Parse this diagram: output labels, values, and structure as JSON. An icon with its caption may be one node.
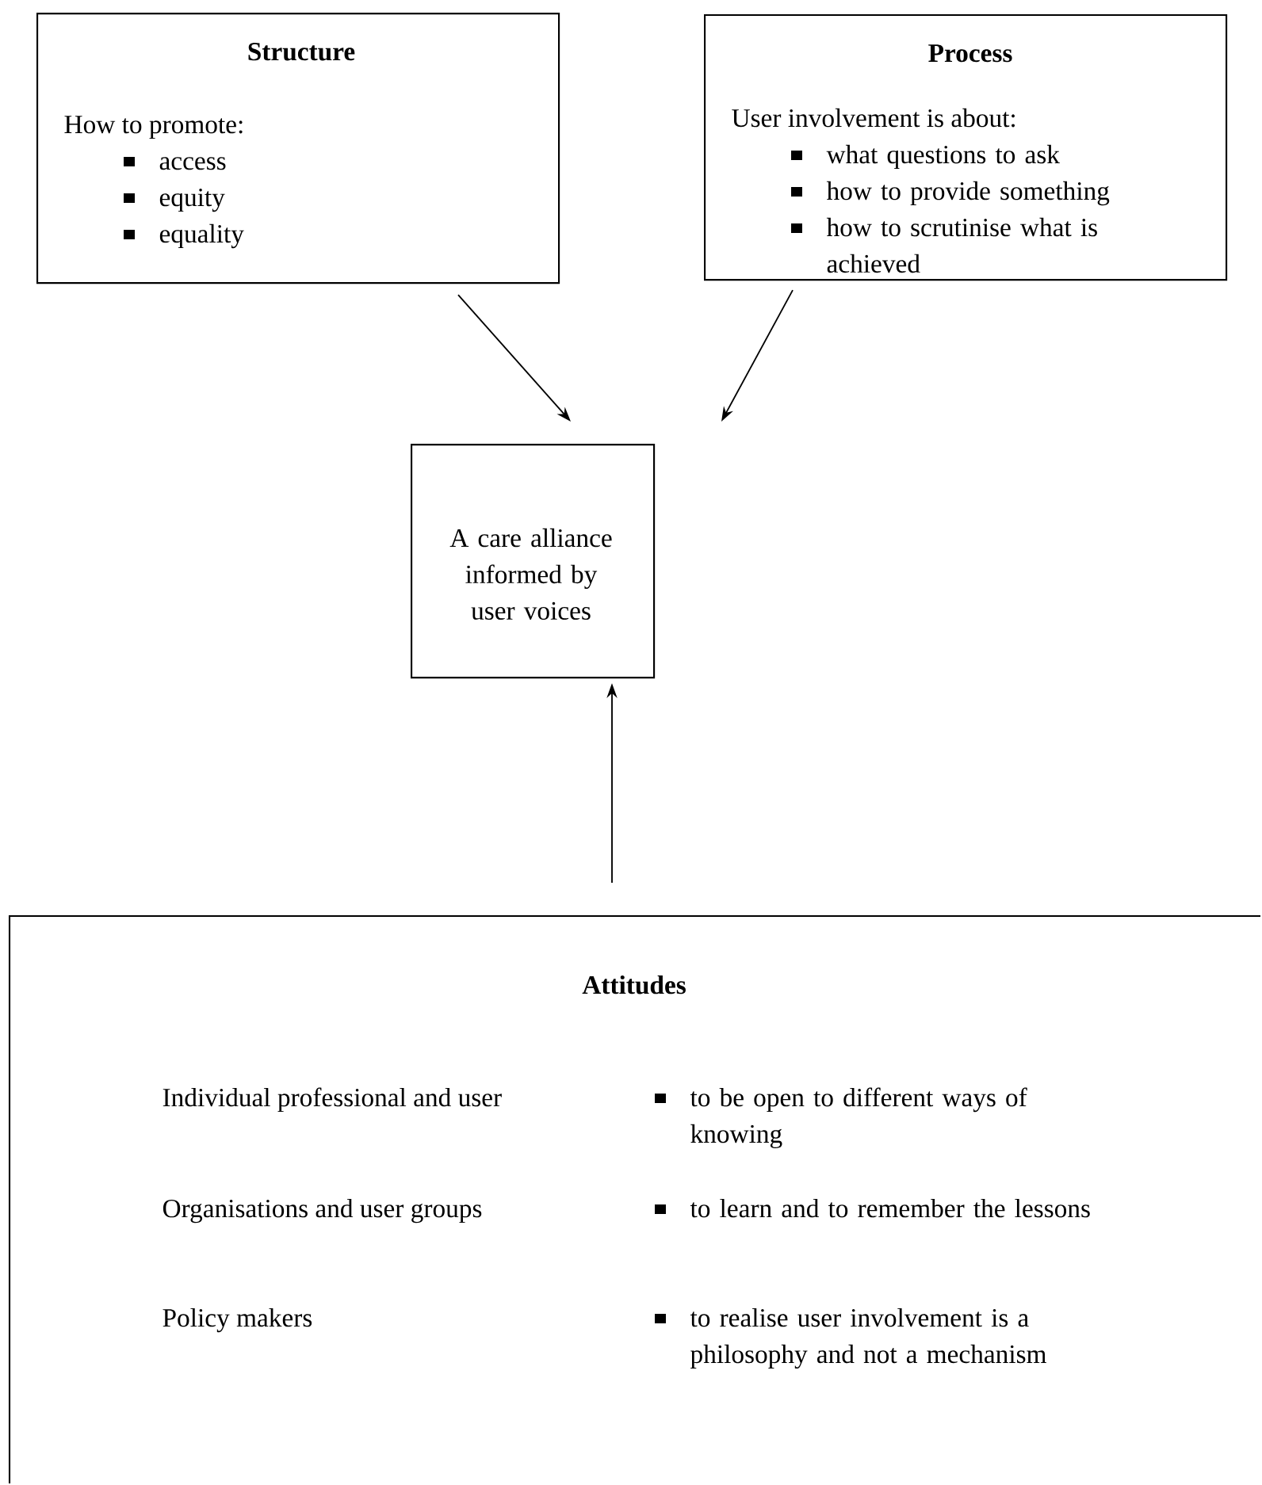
{
  "diagram": {
    "nodes": [
      {
        "text": [
          "Structure",
          "How to promote:",
          "access",
          "equity",
          "equality"
        ]
      },
      {
        "text": [
          "Process",
          "User involvement is about:",
          "what questions to ask",
          "how to provide something",
          "how to scrutinise what is achieved"
        ]
      },
      {
        "text": [
          "A care alliance informed by user voices"
        ]
      },
      {
        "text": [
          "Attitudes",
          "Individual professional and user",
          "to be open to different ways of knowing",
          "Organisations and user groups",
          "to learn and to remember the lessons",
          "Policy makers",
          "to realise user involvement is a philosophy and not a mechanism"
        ]
      }
    ],
    "edges": [
      {
        "from": 0,
        "to": 2,
        "arrow": "to"
      },
      {
        "from": 1,
        "to": 2,
        "arrow": "to"
      },
      {
        "from": 3,
        "to": 2,
        "arrow": "to"
      }
    ]
  }
}
